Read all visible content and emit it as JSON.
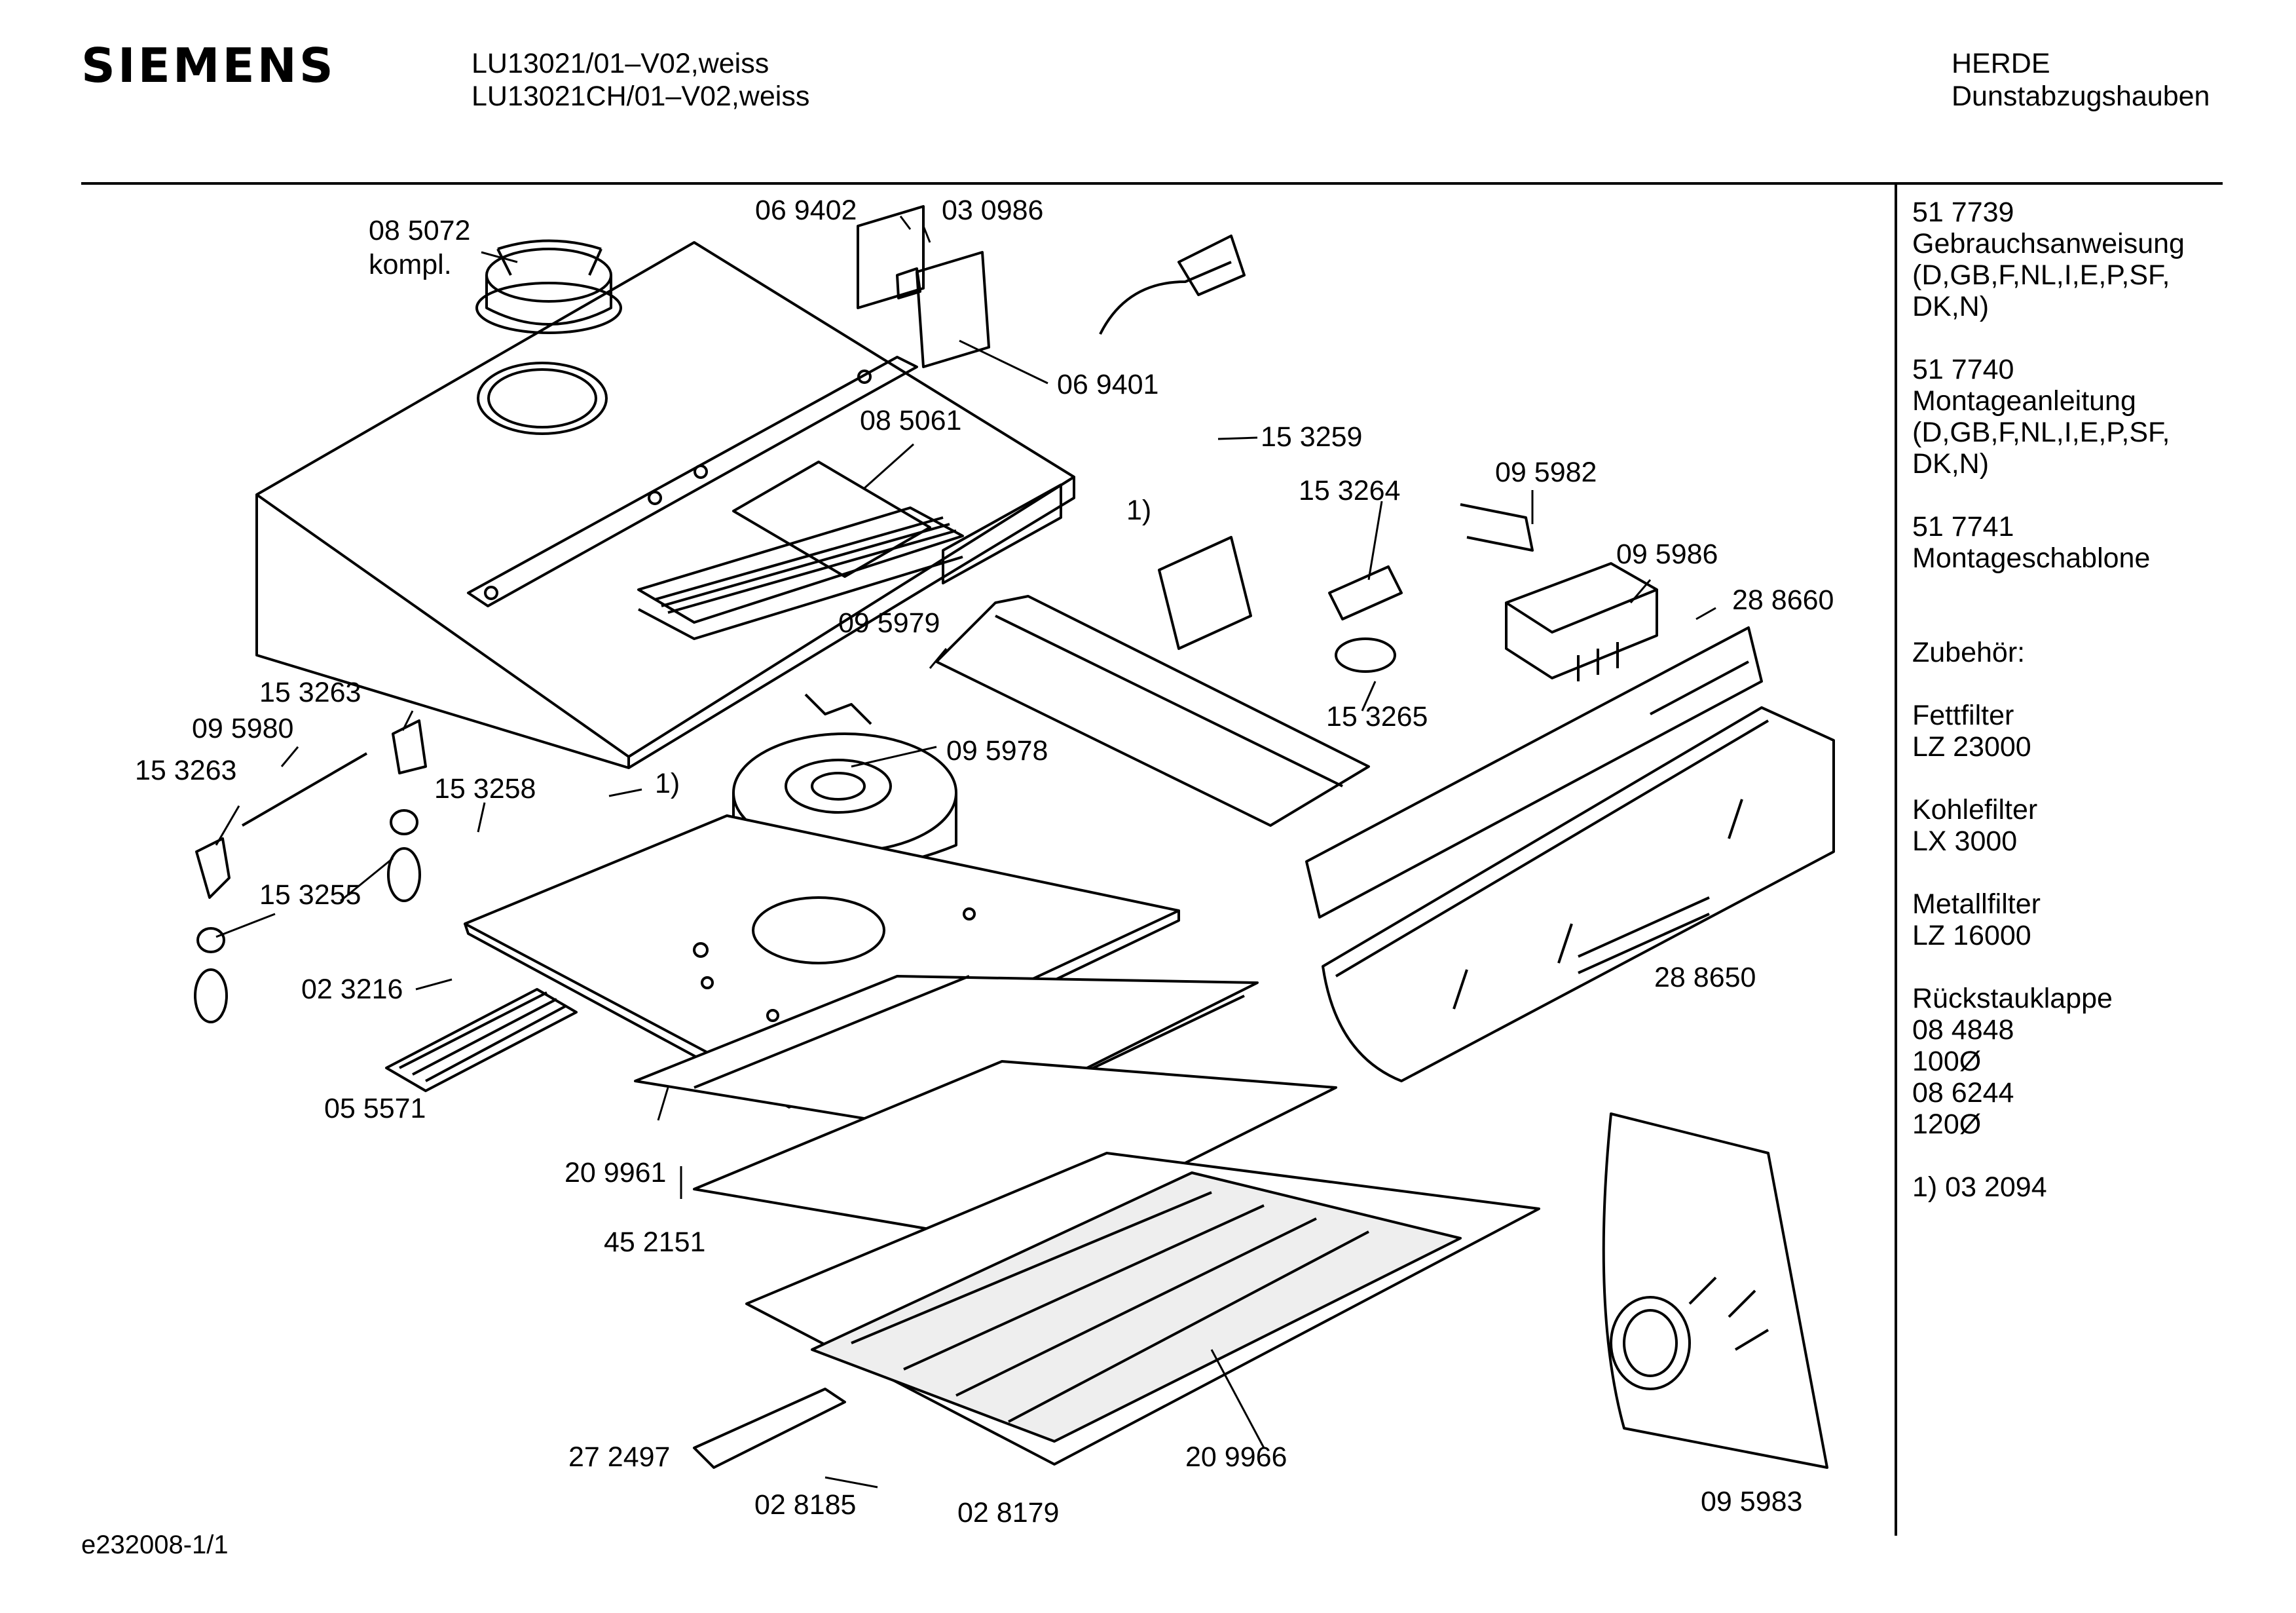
{
  "header": {
    "brand": "SIEMENS",
    "model_line1": "LU13021/01–V02,weiss",
    "model_line2": "LU13021CH/01–V02,weiss",
    "category_line1": "HERDE",
    "category_line2": "Dunstabzugshauben"
  },
  "parts": [
    {
      "id": "p085072",
      "text": "08 5072"
    },
    {
      "id": "p_kompl",
      "text": "kompl."
    },
    {
      "id": "p069402",
      "text": "06 9402"
    },
    {
      "id": "p030986",
      "text": "03 0986"
    },
    {
      "id": "p069401",
      "text": "06 9401"
    },
    {
      "id": "p085061",
      "text": "08 5061"
    },
    {
      "id": "p153259",
      "text": "15 3259"
    },
    {
      "id": "p_note1a",
      "text": "1)"
    },
    {
      "id": "p153264",
      "text": "15 3264"
    },
    {
      "id": "p095982",
      "text": "09 5982"
    },
    {
      "id": "p095986",
      "text": "09 5986"
    },
    {
      "id": "p288660",
      "text": "28 8660"
    },
    {
      "id": "p095979",
      "text": "09 5979"
    },
    {
      "id": "p153265",
      "text": "15 3265"
    },
    {
      "id": "p153263a",
      "text": "15 3263"
    },
    {
      "id": "p095980",
      "text": "09 5980"
    },
    {
      "id": "p153263b",
      "text": "15 3263"
    },
    {
      "id": "p153258",
      "text": "15 3258"
    },
    {
      "id": "p_note1b",
      "text": "1)"
    },
    {
      "id": "p095978",
      "text": "09 5978"
    },
    {
      "id": "p153255",
      "text": "15 3255"
    },
    {
      "id": "p023216",
      "text": "02 3216"
    },
    {
      "id": "p055571",
      "text": "05 5571"
    },
    {
      "id": "p209961",
      "text": "20 9961"
    },
    {
      "id": "p452151",
      "text": "45 2151"
    },
    {
      "id": "p288650",
      "text": "28 8650"
    },
    {
      "id": "p272497",
      "text": "27 2497"
    },
    {
      "id": "p028185",
      "text": "02 8185"
    },
    {
      "id": "p028179",
      "text": "02 8179"
    },
    {
      "id": "p209966",
      "text": "20 9966"
    },
    {
      "id": "p095983",
      "text": "09 5983"
    }
  ],
  "sidebar": [
    "51 7739",
    "Gebrauchsanweisung",
    "(D,GB,F,NL,I,E,P,SF,",
    "DK,N)",
    "",
    "51 7740",
    "Montageanleitung",
    "(D,GB,F,NL,I,E,P,SF,",
    "DK,N)",
    "",
    "51 7741",
    "Montageschablone",
    "",
    "",
    "Zubehör:",
    "",
    "Fettfilter",
    "LZ 23000",
    "",
    "Kohlefilter",
    "LX 3000",
    "",
    "Metallfilter",
    "LZ 16000",
    "",
    "Rückstauklappe",
    "08 4848",
    "100Ø",
    "08 6244",
    "120Ø",
    "",
    "1) 03 2094"
  ],
  "footer": {
    "code": "e232008-1/1"
  }
}
